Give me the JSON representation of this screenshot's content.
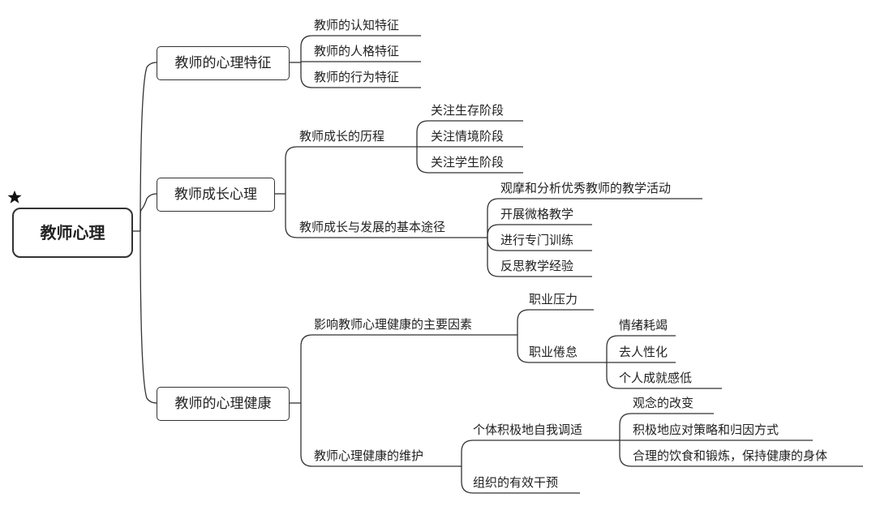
{
  "root": "教师心理",
  "branches": {
    "b1": {
      "label": "教师的心理特征",
      "items": [
        "教师的认知特征",
        "教师的人格特征",
        "教师的行为特征"
      ]
    },
    "b2": {
      "label": "教师成长心理",
      "s1": {
        "label": "教师成长的历程",
        "items": [
          "关注生存阶段",
          "关注情境阶段",
          "关注学生阶段"
        ]
      },
      "s2": {
        "label": "教师成长与发展的基本途径",
        "items": [
          "观摩和分析优秀教师的教学活动",
          "开展微格教学",
          "进行专门训练",
          "反思教学经验"
        ]
      }
    },
    "b3": {
      "label": "教师的心理健康",
      "s1": {
        "label": "影响教师心理健康的主要因素",
        "stress": "职业压力",
        "burnout": {
          "label": "职业倦怠",
          "items": [
            "情绪耗竭",
            "去人性化",
            "个人成就感低"
          ]
        }
      },
      "s2": {
        "label": "教师心理健康的维护",
        "personal": {
          "label": "个体积极地自我调适",
          "items": [
            "观念的改变",
            "积极地应对策略和归因方式",
            "合理的饮食和锻炼，保持健康的身体"
          ]
        },
        "org": "组织的有效干预"
      }
    }
  }
}
